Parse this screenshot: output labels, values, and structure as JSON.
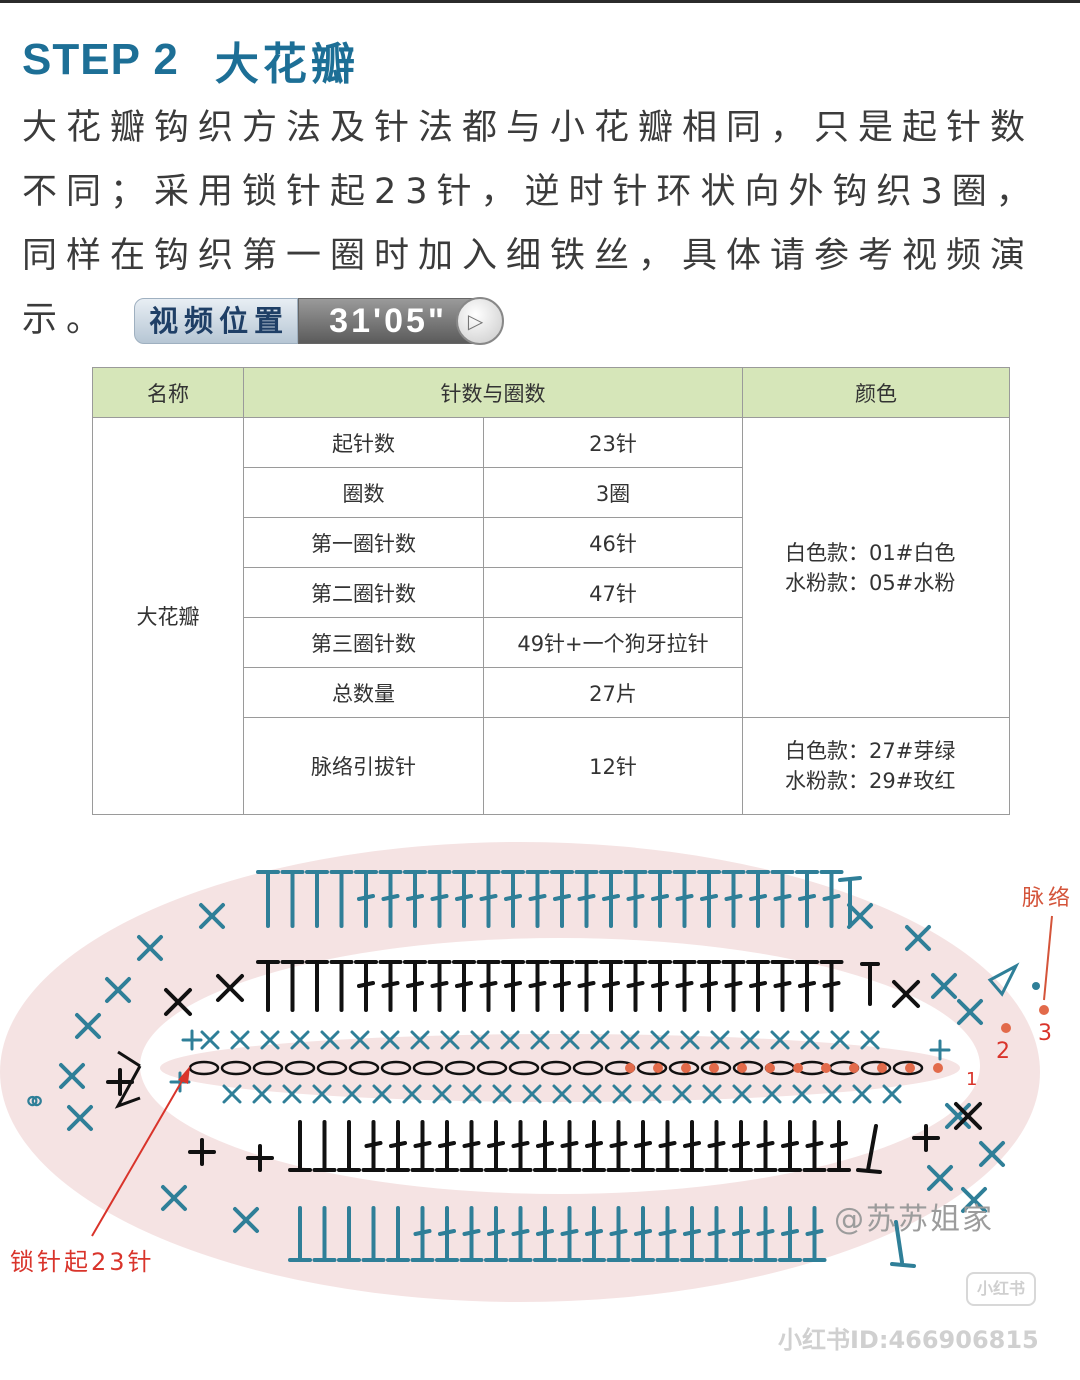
{
  "header": {
    "step": "STEP 2",
    "name": "大花瓣"
  },
  "intro": {
    "text": "大花瓣钩织方法及针法都与小花瓣相同，只是起针数不同；采用锁针起23针，逆时针环状向外钩织3圈，同样在钩织第一圈时加入细铁丝，具体请参考视频演示。",
    "video_label": "视频位置",
    "video_time": "31'05\""
  },
  "table": {
    "headers": [
      "名称",
      "针数与圈数",
      "颜色"
    ],
    "name": "大花瓣",
    "rows": [
      {
        "item": "起针数",
        "value": "23针"
      },
      {
        "item": "圈数",
        "value": "3圈"
      },
      {
        "item": "第一圈针数",
        "value": "46针"
      },
      {
        "item": "第二圈针数",
        "value": "47针"
      },
      {
        "item": "第三圈针数",
        "value": "49针+一个狗牙拉针"
      },
      {
        "item": "总数量",
        "value": "27片"
      },
      {
        "item": "脉络引拔针",
        "value": "12针"
      }
    ],
    "color_main": [
      "白色款：01#白色",
      "水粉款：05#水粉"
    ],
    "color_vein": [
      "白色款：27#芽绿",
      "水粉款：29#玫红"
    ]
  },
  "diagram": {
    "label_chain": "锁针起23针",
    "label_vein": "脉络",
    "round_numbers": [
      "1",
      "2",
      "3"
    ],
    "watermark": "@苏苏姐家",
    "app_id": "小红书ID:466906815",
    "app_logo": "小红书",
    "colors": {
      "teal": "#2f7f98",
      "black": "#111111",
      "red": "#d9342b",
      "orange": "#e26a4a",
      "pink_band": "#f3dede"
    }
  }
}
